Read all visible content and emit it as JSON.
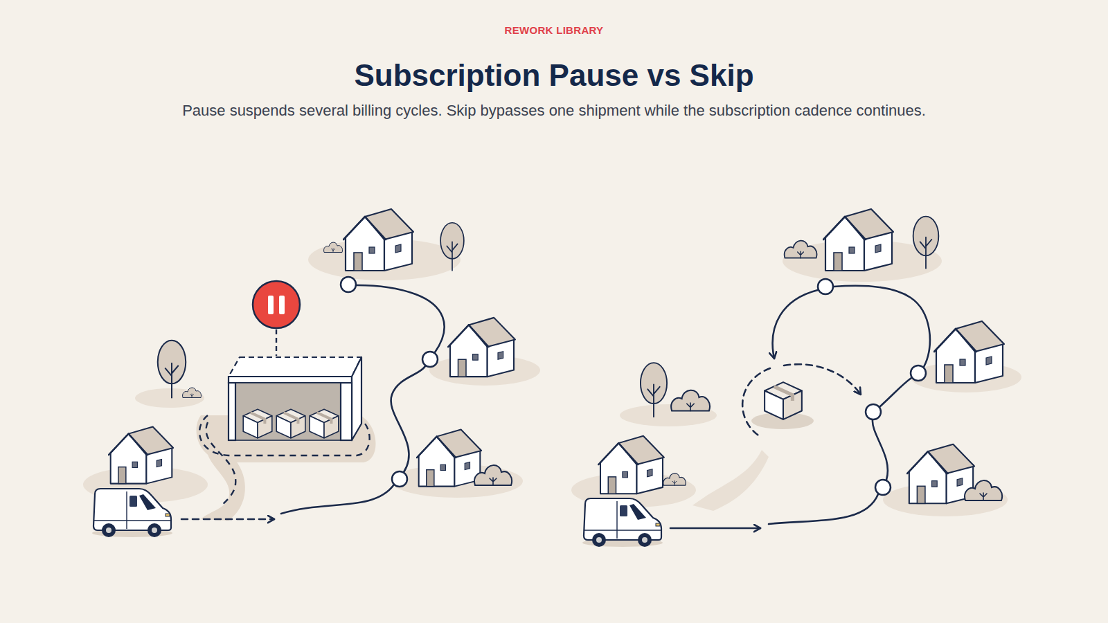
{
  "diagram": {
    "title": "Subscription Pause vs Skip",
    "caption": "Pause suspends several billing cycles. Skip bypasses one shipment while the subscription cadence continues.",
    "labels": [
      "REWORK LIBRARY"
    ]
  }
}
